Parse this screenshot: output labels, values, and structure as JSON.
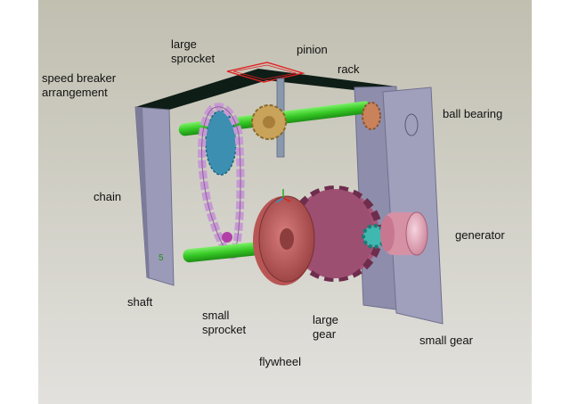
{
  "labels": {
    "large_sprocket": "large\nsprocket",
    "pinion": "pinion",
    "rack": "rack",
    "speed_breaker": "speed breaker\narrangement",
    "ball_bearing": "ball bearing",
    "chain": "chain",
    "generator": "generator",
    "shaft": "shaft",
    "small_sprocket": "small\nsprocket",
    "large_gear": "large\ngear",
    "small_gear": "small gear",
    "flywheel": "flywheel"
  },
  "colors": {
    "backdrop_top": "#c2c0b2",
    "backdrop_bottom": "#dcdbd6",
    "plate": "#9c9cb8",
    "plate_dark": "#7f7f9c",
    "shaft": "#3fd62e",
    "chain": "#c79ad4",
    "large_gear": "#a8557a",
    "flywheel": "#c06060",
    "generator": "#e0a7b8",
    "pinion": "#c9a35a",
    "sprocket": "#3c8fb0",
    "bearing": "#c9825a",
    "small_gear": "#3fb8b0",
    "rack_outline": "#e02020",
    "top_plate": "#0f1d17"
  }
}
